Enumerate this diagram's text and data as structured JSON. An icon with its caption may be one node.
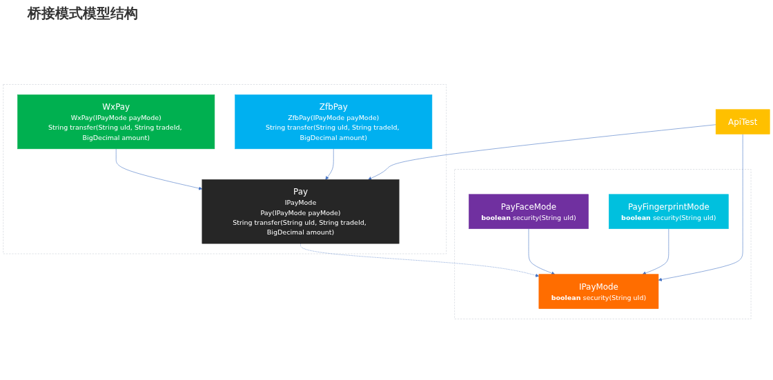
{
  "diagram": {
    "title": "桥接模式模型结构",
    "nodes": [
      {
        "text": [
          "ApiTest"
        ]
      },
      {
        "text": [],
        "shape": "box"
      },
      {
        "text": [
          "Pay",
          "IPayMode",
          "Pay(IPayMode payMode)",
          "String transfer(String uId, String tradeId, BigDecimal amount)"
        ],
        "in": 1
      },
      {
        "text": [
          "WxPay",
          "WxPay(IPayMode payMode)",
          "String transfer(String uId, String tradeId, BigDecimal amount)"
        ],
        "in": 1
      },
      {
        "text": [
          "ZfbPay",
          "ZfbPay(IPayMode payMode)",
          "String transfer(String uId, String tradeId, BigDecimal amount)"
        ],
        "in": 1
      },
      {
        "text": [],
        "shape": "box"
      },
      {
        "text": [
          "IPayMode",
          "**boolean** security(String uId)"
        ],
        "in": 5
      },
      {
        "text": [
          "PayFaceMode",
          "**boolean** security(String uId)"
        ],
        "in": 5
      },
      {
        "text": [
          "PayFingerprintMode",
          "**boolean** security(String uId)"
        ],
        "in": 5
      }
    ],
    "edges": [
      {
        "from": 0,
        "to": 2,
        "arrow": "to"
      },
      {
        "from": 0,
        "to": 6,
        "arrow": "to"
      },
      {
        "from": 2,
        "to": 6,
        "arrow": "to",
        "style": "dashed"
      },
      {
        "from": 3,
        "to": 2,
        "arrow": "to"
      },
      {
        "from": 4,
        "to": 2,
        "arrow": "to"
      },
      {
        "from": 7,
        "to": 6,
        "arrow": "to"
      },
      {
        "from": 8,
        "to": 6,
        "arrow": "to"
      }
    ]
  }
}
